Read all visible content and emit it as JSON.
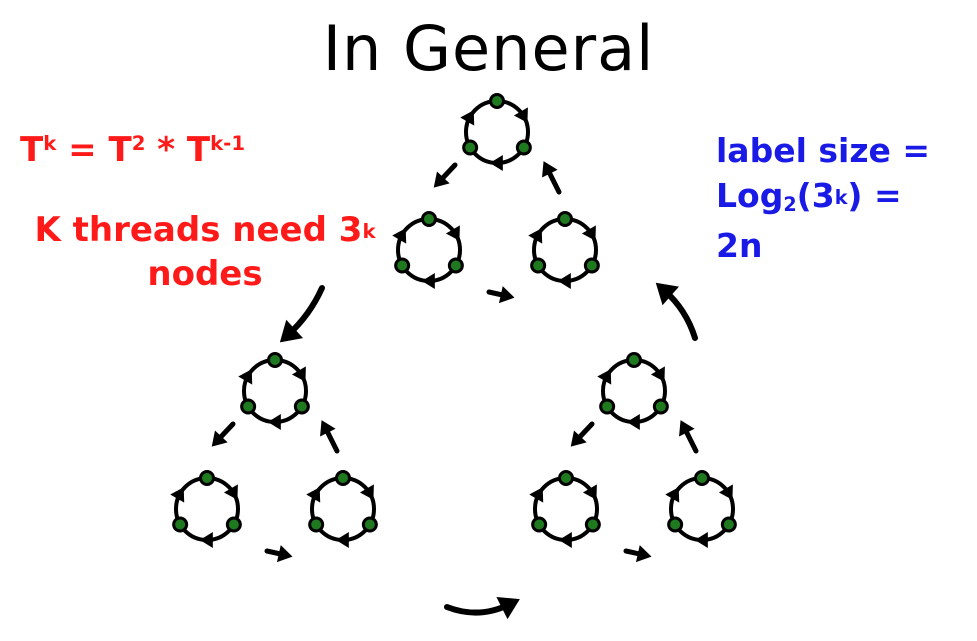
{
  "title": "In General",
  "formula": {
    "lhs_base": "T",
    "lhs_sup": "k",
    "eq": " = ",
    "t2_base": "T",
    "t2_sup": "2",
    "op": " * ",
    "t3_base": "T",
    "t3_sup": "k-1"
  },
  "threads_note": {
    "line1_pre": "K threads need 3",
    "line1_sup": "k",
    "line2": "nodes"
  },
  "label_note": {
    "line1": "label size =",
    "line2_pre": "Log",
    "line2_sub": "2",
    "line2_mid": "(3",
    "line2_sup": "k",
    "line2_post": ") =",
    "line3": "2n"
  },
  "colors": {
    "red": "#ff1a1a",
    "blue": "#1a1ae6",
    "node_fill": "#1f7a1f",
    "node_stroke": "#000000"
  }
}
